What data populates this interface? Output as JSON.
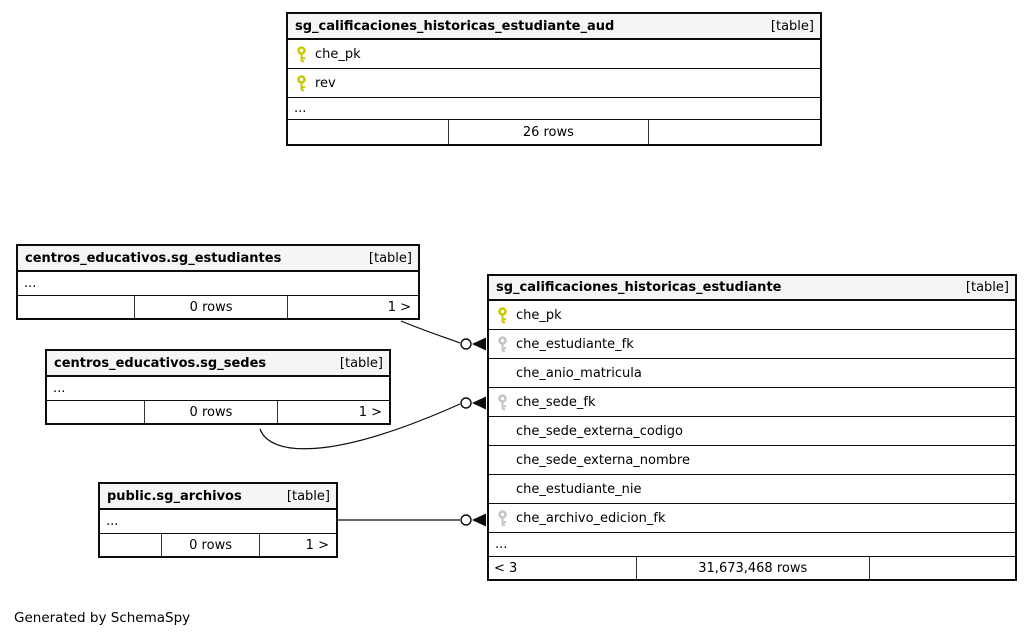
{
  "diagram": {
    "generated_note": "Generated by SchemaSpy"
  },
  "colors": {
    "pk_key": "#c9c900",
    "fk_key": "#c4c4c4",
    "header_bg": "#f5f5f5",
    "border": "#0d0d0d"
  },
  "tables": {
    "aud": {
      "name": "sg_calificaciones_historicas_estudiante_aud",
      "type_label": "[table]",
      "columns": [
        {
          "name": "che_pk",
          "key": "pk"
        },
        {
          "name": "rev",
          "key": "pk"
        }
      ],
      "ellipsis": "...",
      "footer": {
        "left": "",
        "center": "26 rows",
        "right": ""
      }
    },
    "estudiantes": {
      "name": "centros_educativos.sg_estudiantes",
      "type_label": "[table]",
      "ellipsis": "...",
      "footer": {
        "left": "",
        "center": "0 rows",
        "right": "1 >"
      }
    },
    "sedes": {
      "name": "centros_educativos.sg_sedes",
      "type_label": "[table]",
      "ellipsis": "...",
      "footer": {
        "left": "",
        "center": "0 rows",
        "right": "1 >"
      }
    },
    "archivos": {
      "name": "public.sg_archivos",
      "type_label": "[table]",
      "ellipsis": "...",
      "footer": {
        "left": "",
        "center": "0 rows",
        "right": "1 >"
      }
    },
    "main": {
      "name": "sg_calificaciones_historicas_estudiante",
      "type_label": "[table]",
      "columns": [
        {
          "name": "che_pk",
          "key": "pk"
        },
        {
          "name": "che_estudiante_fk",
          "key": "fk"
        },
        {
          "name": "che_anio_matricula",
          "key": ""
        },
        {
          "name": "che_sede_fk",
          "key": "fk"
        },
        {
          "name": "che_sede_externa_codigo",
          "key": ""
        },
        {
          "name": "che_sede_externa_nombre",
          "key": ""
        },
        {
          "name": "che_estudiante_nie",
          "key": ""
        },
        {
          "name": "che_archivo_edicion_fk",
          "key": "fk"
        }
      ],
      "ellipsis": "...",
      "footer": {
        "left": "< 3",
        "center": "31,673,468 rows",
        "right": ""
      }
    }
  }
}
